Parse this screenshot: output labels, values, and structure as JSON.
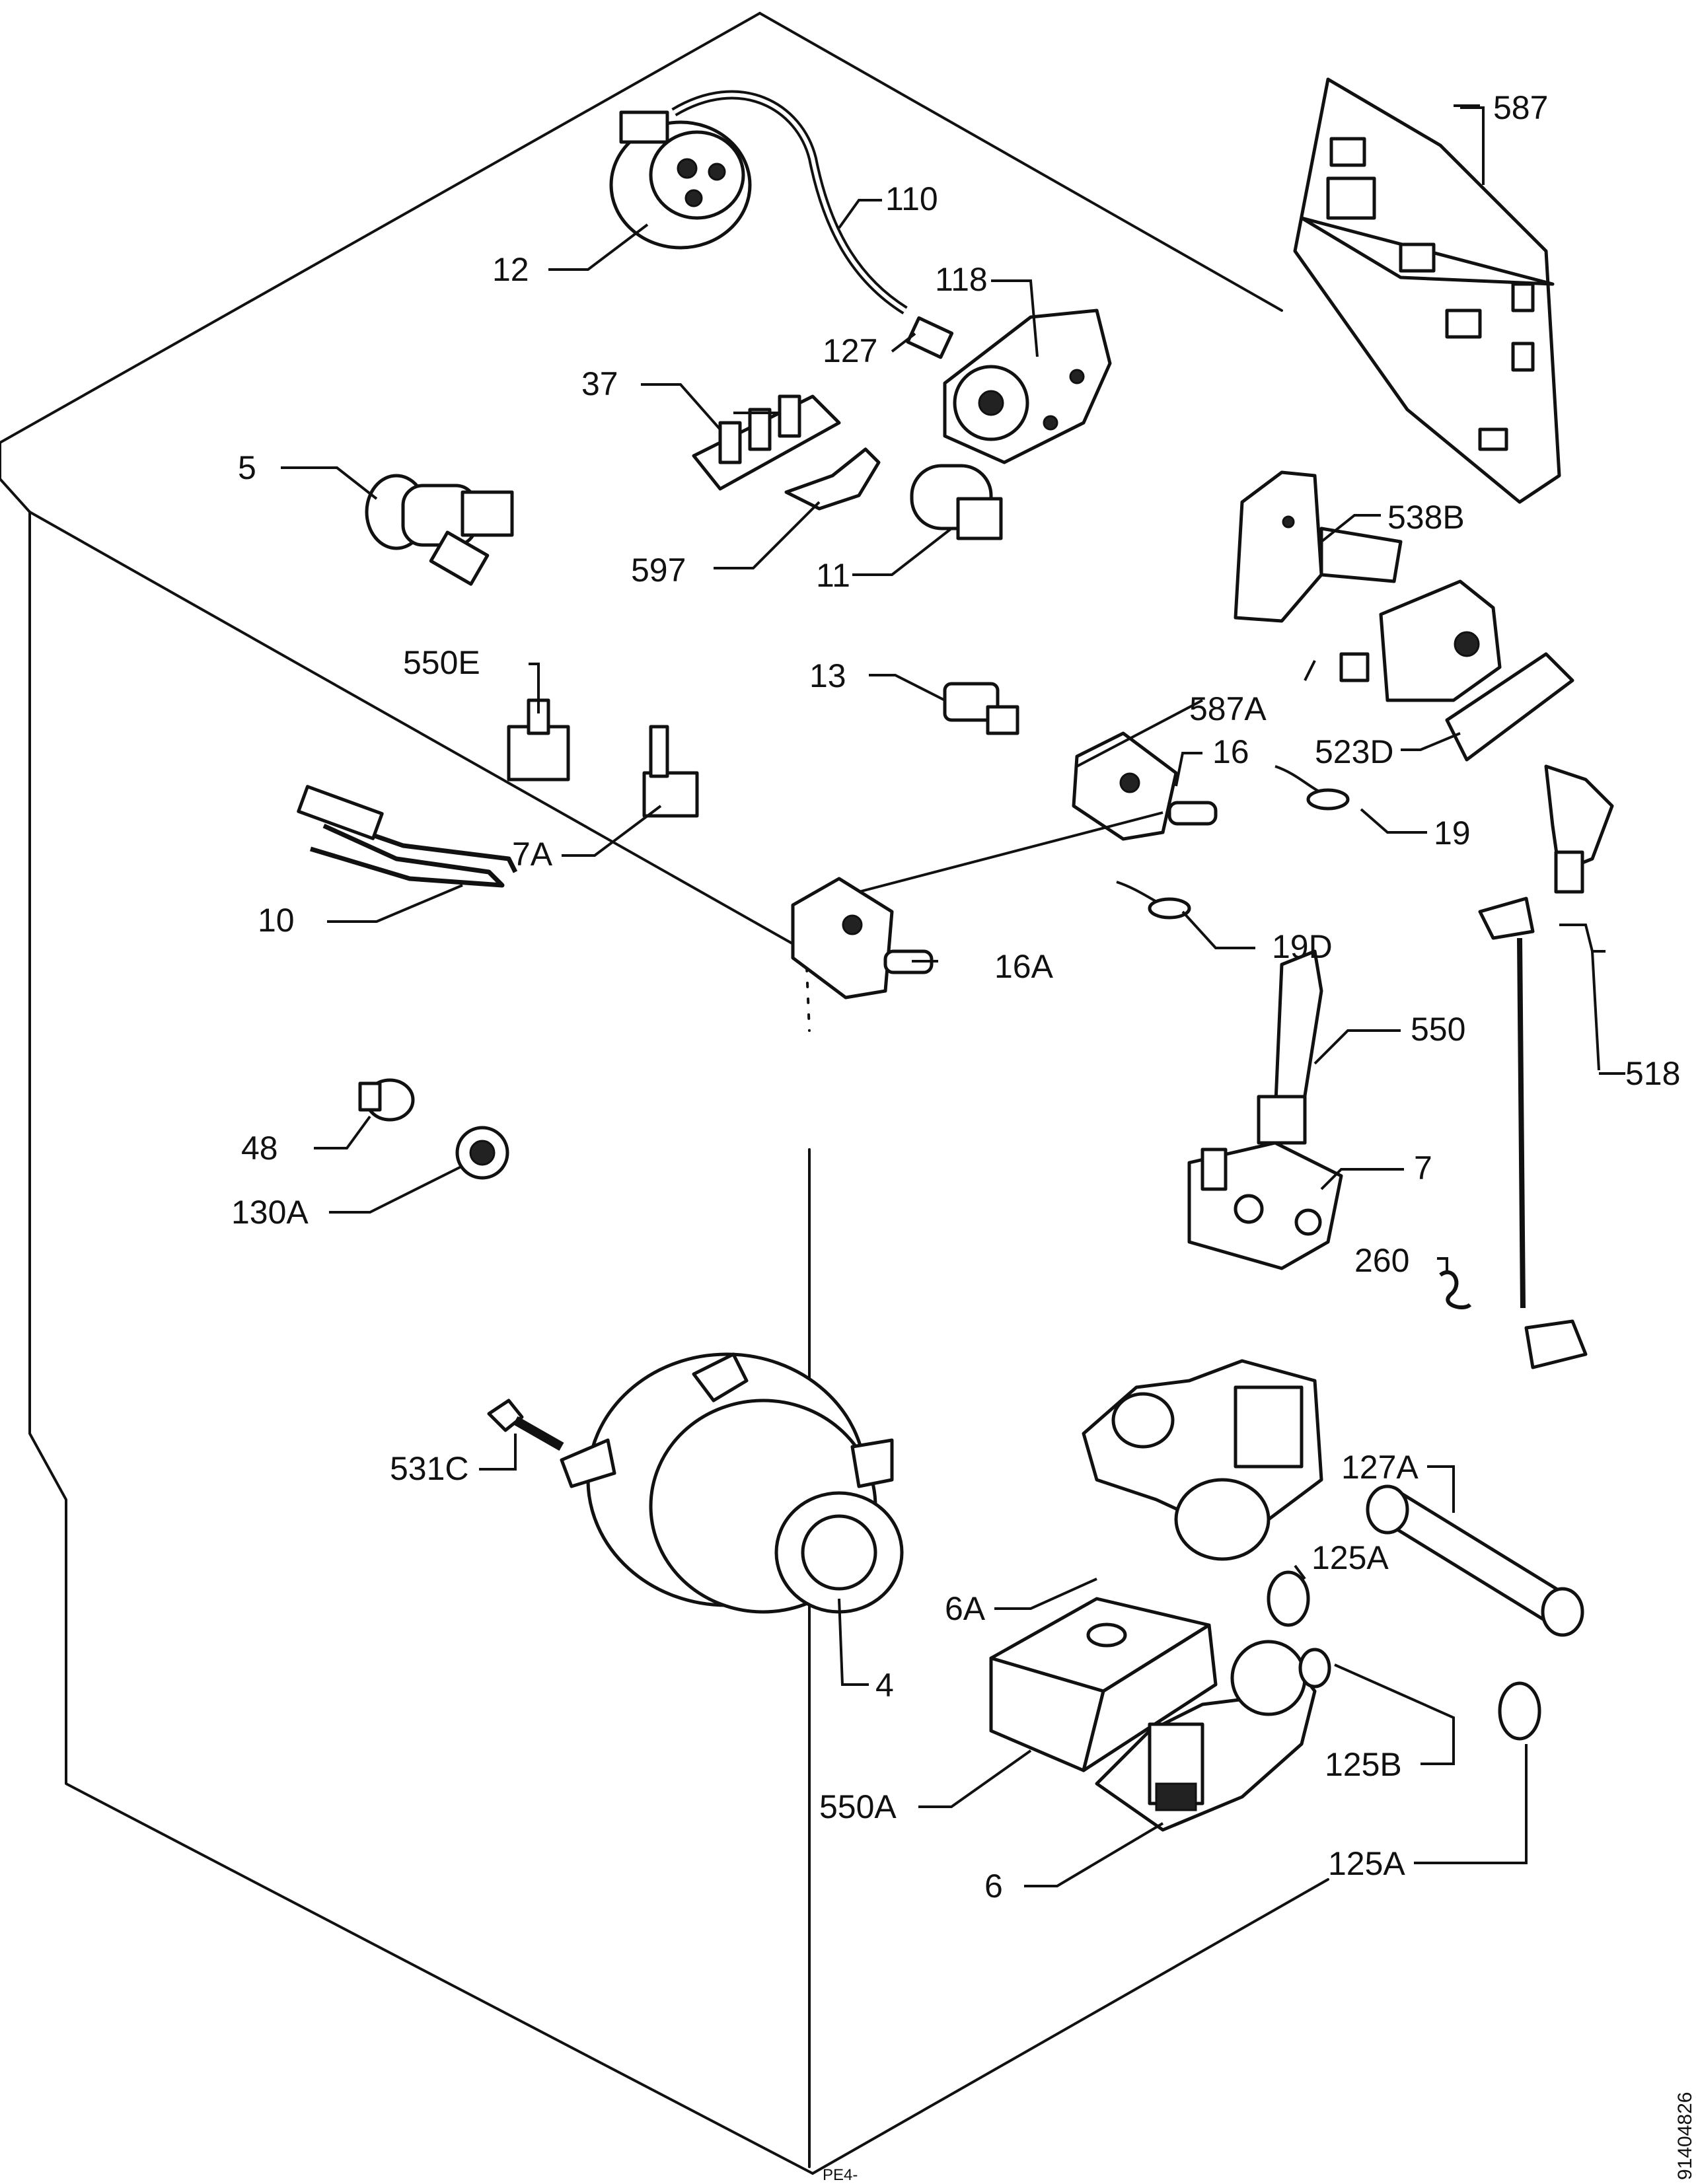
{
  "labels": {
    "l12": "12",
    "l110": "110",
    "l118": "118",
    "l127": "127",
    "l37": "37",
    "l5": "5",
    "l597": "597",
    "l11": "11",
    "l587": "587",
    "l538b": "538B",
    "l550e": "550E",
    "l13": "13",
    "l587a": "587A",
    "l16": "16",
    "l523d": "523D",
    "l19": "19",
    "l7a": "7A",
    "l10": "10",
    "l16a": "16A",
    "l19d": "19D",
    "l550": "550",
    "l518": "518",
    "l48": "48",
    "l130a": "130A",
    "l7": "7",
    "l260": "260",
    "l531c": "531C",
    "l127a": "127A",
    "l125a_top": "125A",
    "l6a": "6A",
    "l4": "4",
    "l125b": "125B",
    "l550a": "550A",
    "l6": "6",
    "l125a_bottom": "125A"
  },
  "document_code": "91404826",
  "sketch_note": "PE4-"
}
